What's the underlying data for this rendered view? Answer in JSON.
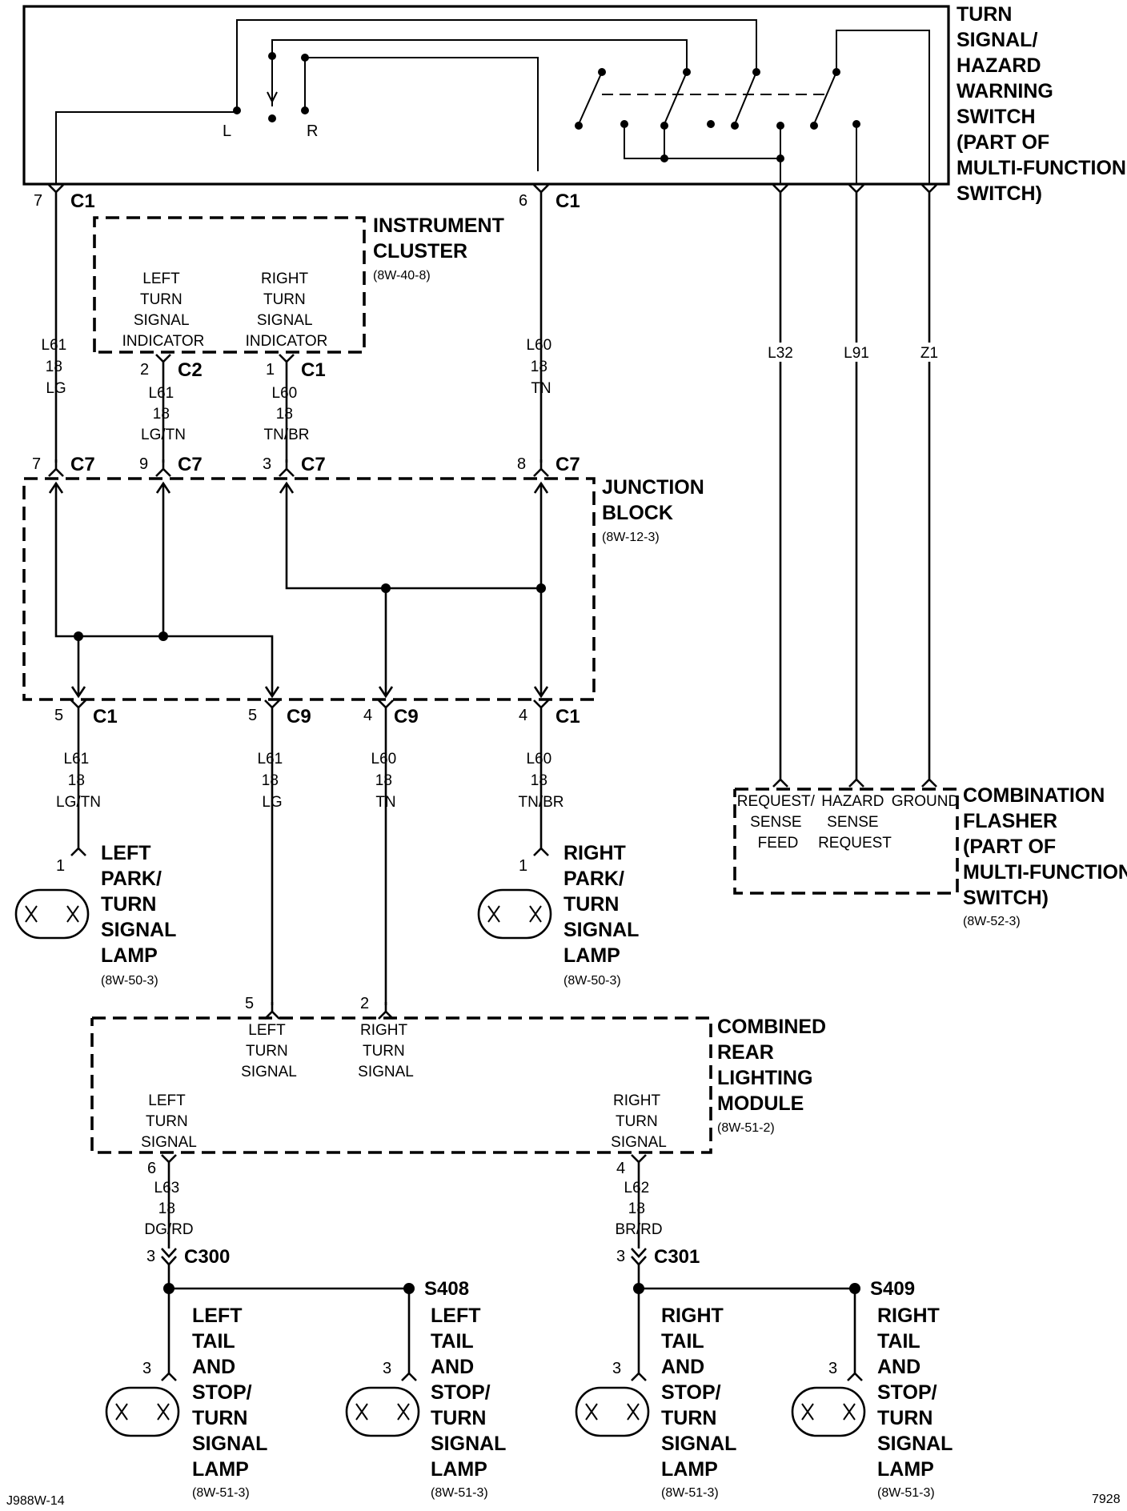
{
  "switch": {
    "title": [
      "TURN",
      "SIGNAL/",
      "HAZARD",
      "WARNING",
      "SWITCH",
      "(PART OF",
      "MULTI-FUNCTION",
      "SWITCH)"
    ],
    "left_contact": "L",
    "right_contact": "R"
  },
  "instrument_cluster": {
    "title": [
      "INSTRUMENT",
      "CLUSTER"
    ],
    "ref": "(8W-40-8)",
    "left_indicator": [
      "LEFT",
      "TURN",
      "SIGNAL",
      "INDICATOR"
    ],
    "right_indicator": [
      "RIGHT",
      "TURN",
      "SIGNAL",
      "INDICATOR"
    ]
  },
  "junction_block": {
    "title": [
      "JUNCTION",
      "BLOCK"
    ],
    "ref": "(8W-12-3)"
  },
  "flasher": {
    "title": [
      "COMBINATION",
      "FLASHER",
      "(PART OF",
      "MULTI-FUNCTION",
      "SWITCH)"
    ],
    "ref": "(8W-52-3)",
    "pin1": [
      "REQUEST/",
      "SENSE",
      "FEED"
    ],
    "pin2": [
      "HAZARD",
      "SENSE",
      "REQUEST"
    ],
    "pin3": "GROUND"
  },
  "rear_module": {
    "title": [
      "COMBINED",
      "REAR",
      "LIGHTING",
      "MODULE"
    ],
    "ref": "(8W-51-2)",
    "in_left": [
      "LEFT",
      "TURN",
      "SIGNAL"
    ],
    "in_right": [
      "RIGHT",
      "TURN",
      "SIGNAL"
    ],
    "out_left": [
      "LEFT",
      "TURN",
      "SIGNAL"
    ],
    "out_right": [
      "RIGHT",
      "TURN",
      "SIGNAL"
    ]
  },
  "connectors": {
    "sw_l_pin": "7",
    "sw_l_name": "C1",
    "sw_r_pin": "6",
    "sw_r_name": "C1",
    "ic_l_pin": "2",
    "ic_l_name": "C2",
    "ic_r_pin": "1",
    "ic_r_name": "C1",
    "jb_in1_pin": "7",
    "jb_in1_name": "C7",
    "jb_in2_pin": "9",
    "jb_in2_name": "C7",
    "jb_in3_pin": "3",
    "jb_in3_name": "C7",
    "jb_in4_pin": "8",
    "jb_in4_name": "C7",
    "jb_out1_pin": "5",
    "jb_out1_name": "C1",
    "jb_out2_pin": "5",
    "jb_out2_name": "C9",
    "jb_out3_pin": "4",
    "jb_out3_name": "C9",
    "jb_out4_pin": "4",
    "jb_out4_name": "C1",
    "lamp_lp_pin": "1",
    "lamp_rp_pin": "1",
    "rlm_in_l_pin": "5",
    "rlm_in_r_pin": "2",
    "rlm_out_l_pin": "6",
    "rlm_out_r_pin": "4",
    "c300_pin": "3",
    "c300_name": "C300",
    "c301_pin": "3",
    "c301_name": "C301",
    "tail1_pin": "3",
    "tail2_pin": "3",
    "tail3_pin": "3",
    "tail4_pin": "3"
  },
  "wires": {
    "w1": [
      "L61",
      "18",
      "LG"
    ],
    "w2": [
      "L61",
      "18",
      "LG/TN"
    ],
    "w3": [
      "L60",
      "18",
      "TN/BR"
    ],
    "w4": [
      "L60",
      "18",
      "TN"
    ],
    "w5": [
      "L61",
      "18",
      "LG/TN"
    ],
    "w6": [
      "L61",
      "18",
      "LG"
    ],
    "w7": [
      "L60",
      "18",
      "TN"
    ],
    "w8": [
      "L60",
      "18",
      "TN/BR"
    ],
    "w9": [
      "L63",
      "18",
      "DG/RD"
    ],
    "w10": [
      "L62",
      "18",
      "BR/RD"
    ],
    "l32": "L32",
    "l91": "L91",
    "z1": "Z1"
  },
  "splices": {
    "s408": "S408",
    "s409": "S409"
  },
  "lamps": {
    "left_park": [
      "LEFT",
      "PARK/",
      "TURN",
      "SIGNAL",
      "LAMP"
    ],
    "left_park_ref": "(8W-50-3)",
    "right_park": [
      "RIGHT",
      "PARK/",
      "TURN",
      "SIGNAL",
      "LAMP"
    ],
    "right_park_ref": "(8W-50-3)",
    "tail1": [
      "LEFT",
      "TAIL",
      "AND",
      "STOP/",
      "TURN",
      "SIGNAL",
      "LAMP"
    ],
    "tail1_ref": "(8W-51-3)",
    "tail2": [
      "LEFT",
      "TAIL",
      "AND",
      "STOP/",
      "TURN",
      "SIGNAL",
      "LAMP"
    ],
    "tail2_ref": "(8W-51-3)",
    "tail3": [
      "RIGHT",
      "TAIL",
      "AND",
      "STOP/",
      "TURN",
      "SIGNAL",
      "LAMP"
    ],
    "tail3_ref": "(8W-51-3)",
    "tail4": [
      "RIGHT",
      "TAIL",
      "AND",
      "STOP/",
      "TURN",
      "SIGNAL",
      "LAMP"
    ],
    "tail4_ref": "(8W-51-3)"
  },
  "footer": {
    "left_code": "J988W-14",
    "right_code": "7928"
  }
}
